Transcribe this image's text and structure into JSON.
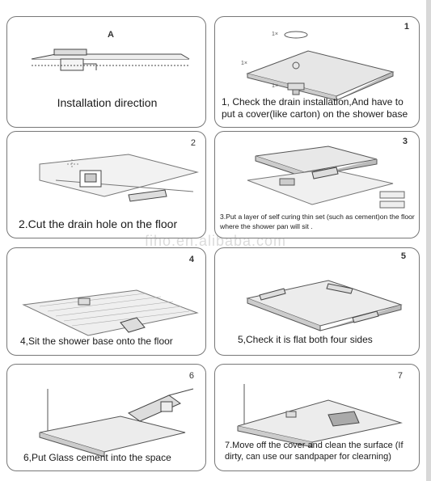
{
  "watermark": "fiho.en.alibaba.com",
  "panels": {
    "a": {
      "label": "A",
      "caption": "Installation direction"
    },
    "p1": {
      "number": "1",
      "caption": "1, Check the drain installation,And have to put a cover(like carton) on the shower base",
      "qty": [
        "1×",
        "1×",
        "1×"
      ]
    },
    "p2": {
      "number": "2",
      "caption": "2.Cut the drain hole on the floor"
    },
    "p3": {
      "number": "3",
      "caption": "3.Put a layer of self curing thin set (such as cement)on the floor where the shower pan will sit ."
    },
    "p4": {
      "number": "4",
      "caption": "4,Sit the shower base onto the floor"
    },
    "p5": {
      "number": "5",
      "caption": "5,Check it is flat both four sides"
    },
    "p6": {
      "number": "6",
      "caption": "6,Put Glass cement into the space"
    },
    "p7": {
      "number": "7",
      "caption": "7.Move off the cover and clean the surface (If dirty, can use our sandpaper for clearning)"
    }
  }
}
